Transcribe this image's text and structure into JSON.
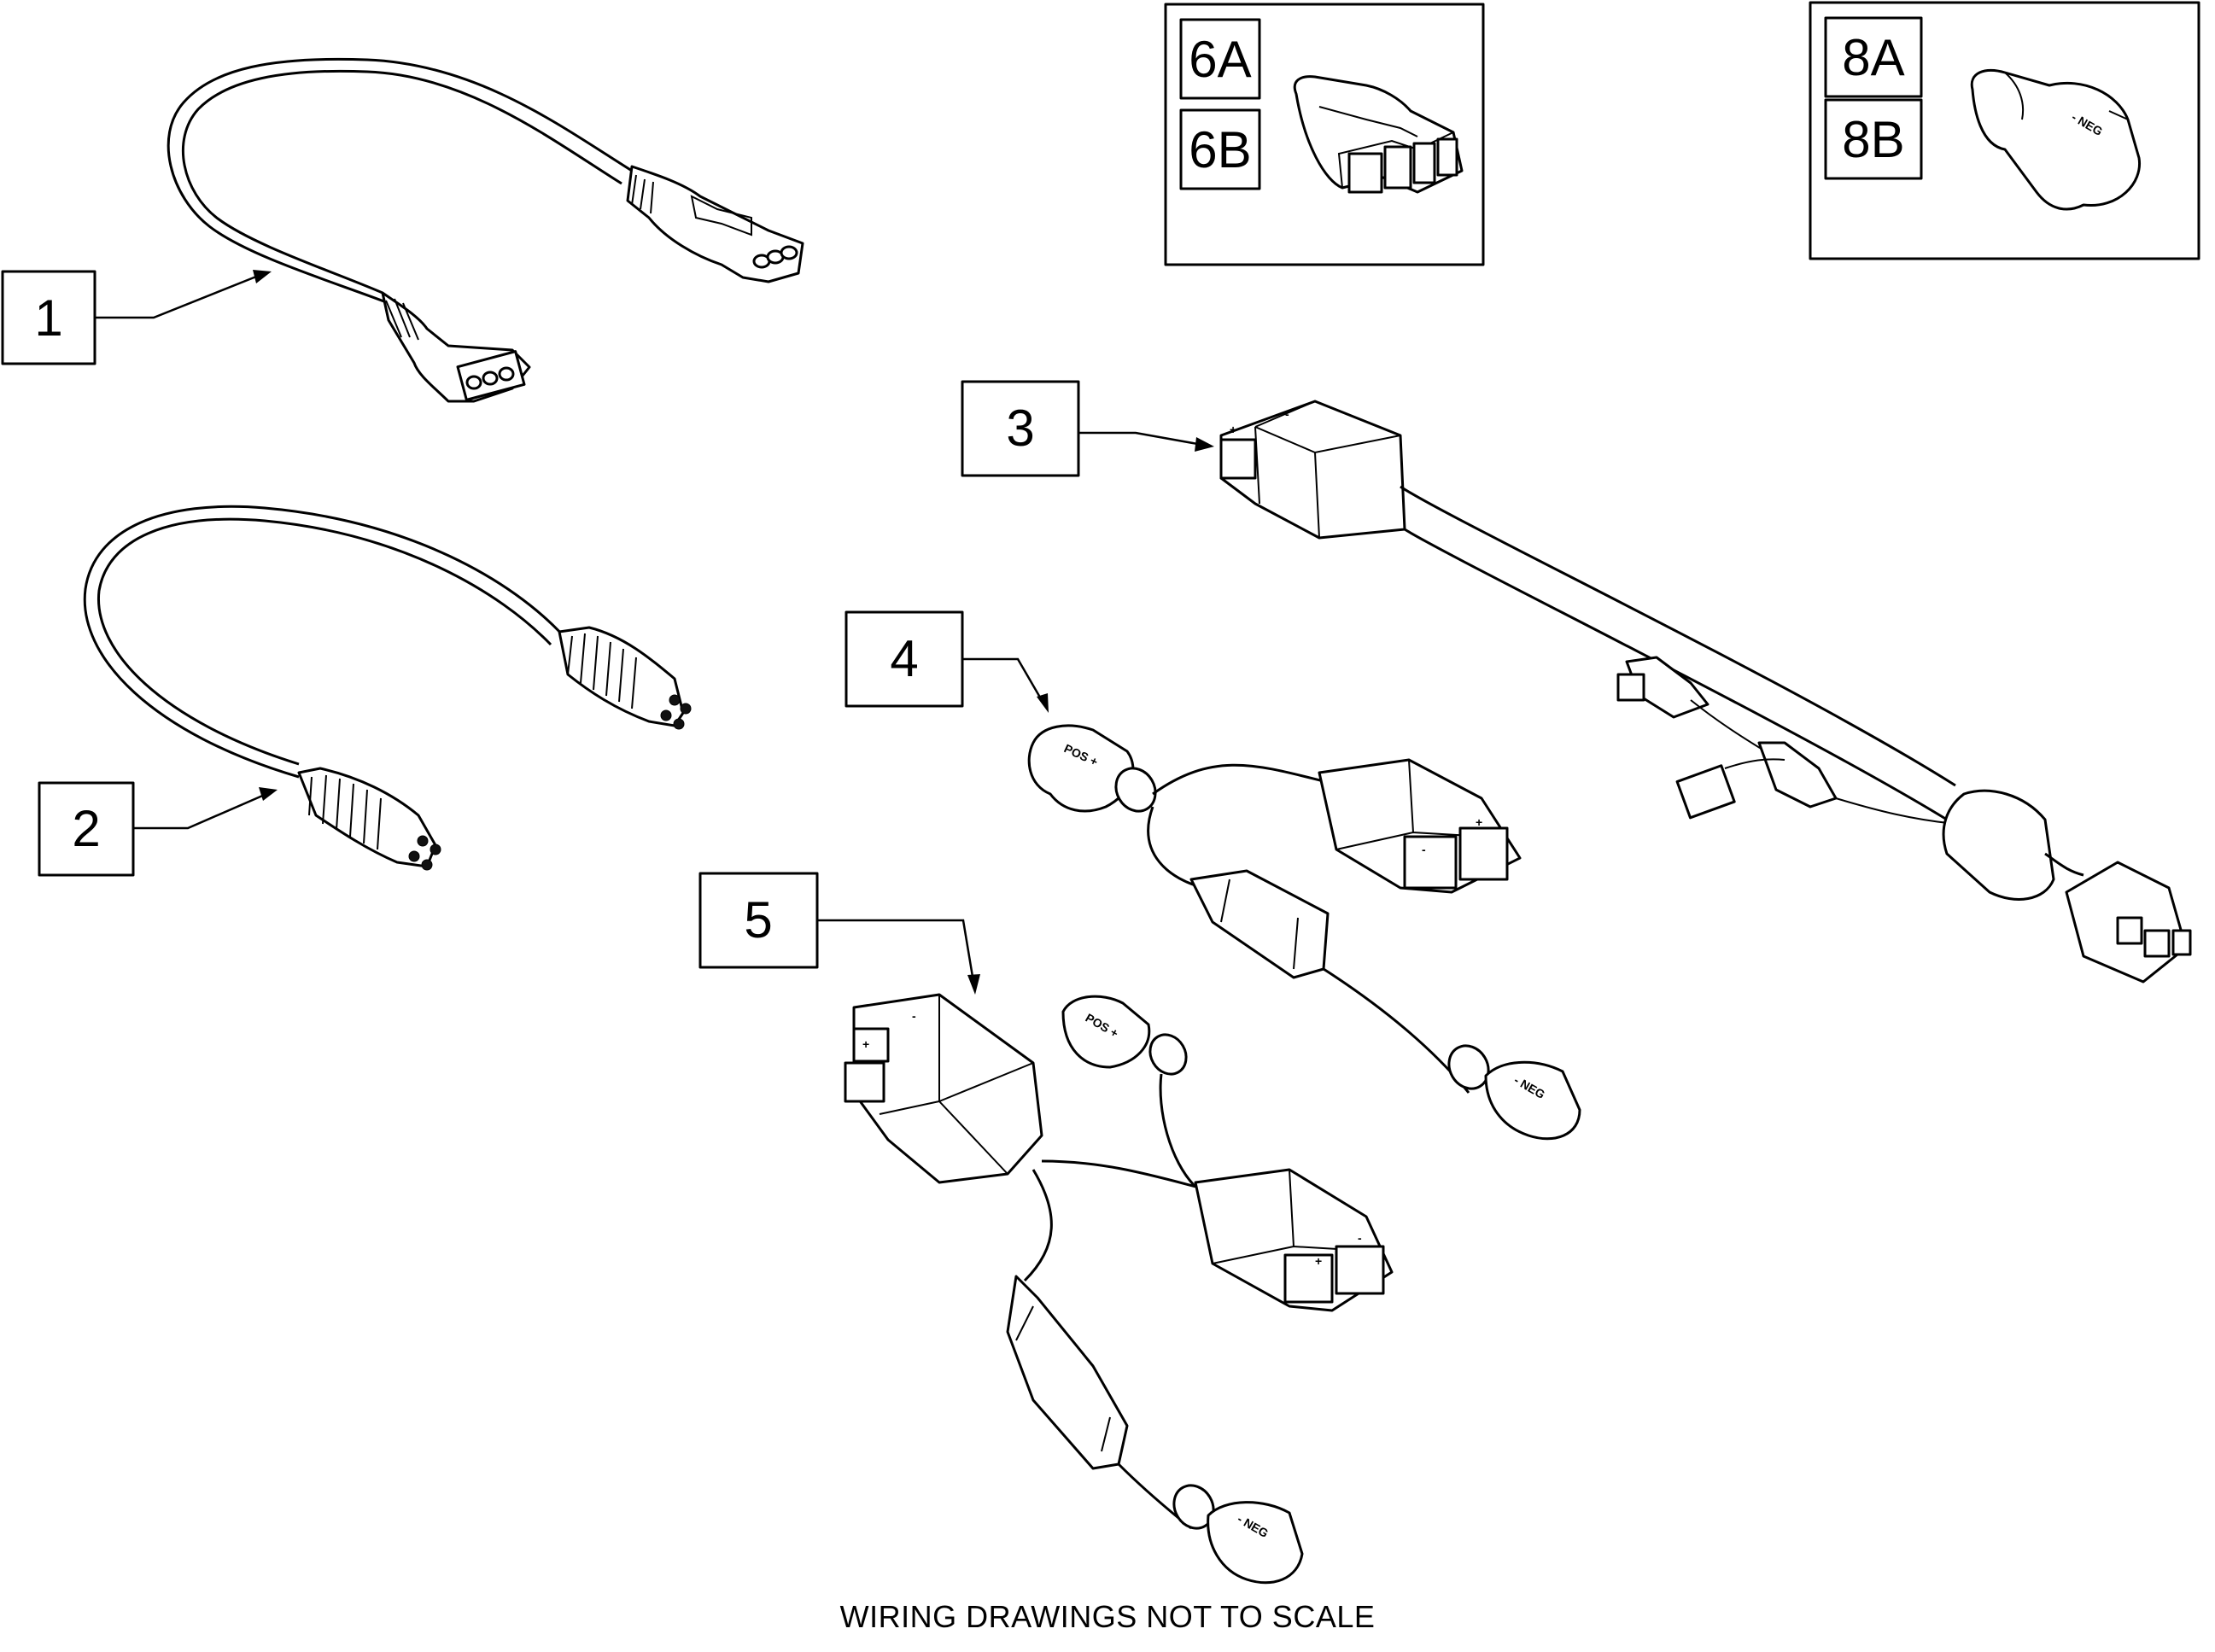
{
  "callouts": {
    "item_1": "1",
    "item_2": "2",
    "item_3": "3",
    "item_4": "4",
    "item_5": "5",
    "item_6a": "6A",
    "item_6b": "6B",
    "item_8a": "8A",
    "item_8b": "8B"
  },
  "terminal_labels": {
    "neg": "- NEG",
    "pos": "POS +"
  },
  "footer": {
    "note": "WIRING DRAWINGS NOT TO SCALE"
  }
}
